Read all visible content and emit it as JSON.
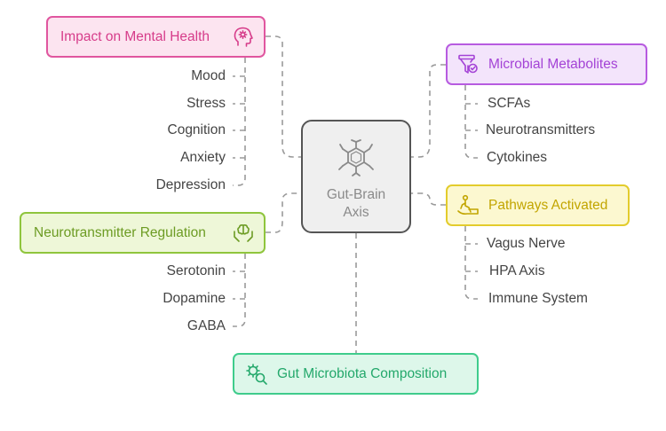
{
  "center": {
    "label": "Gut-Brain Axis",
    "icon": "molecule-icon"
  },
  "nodes": {
    "mental_health": {
      "label": "Impact on Mental Health",
      "icon": "head-gear-icon",
      "color": "#e0569f",
      "items": [
        "Mood",
        "Stress",
        "Cognition",
        "Anxiety",
        "Depression"
      ]
    },
    "metabolites": {
      "label": "Microbial Metabolites",
      "icon": "filter-funnel-icon",
      "color": "#b75be0",
      "items": [
        "SCFAs",
        "Neurotransmitters",
        "Cytokines"
      ]
    },
    "pathways": {
      "label": "Pathways Activated",
      "icon": "person-pathway-icon",
      "color": "#e3cc2c",
      "items": [
        "Vagus Nerve",
        "HPA Axis",
        "Immune System"
      ]
    },
    "neuro_regulation": {
      "label": "Neurotransmitter Regulation",
      "icon": "brain-hands-icon",
      "color": "#8fc53d",
      "items": [
        "Serotonin",
        "Dopamine",
        "GABA"
      ]
    },
    "microbiota": {
      "label": "Gut Microbiota Composition",
      "icon": "microbe-search-icon",
      "color": "#3fcc8c"
    }
  }
}
